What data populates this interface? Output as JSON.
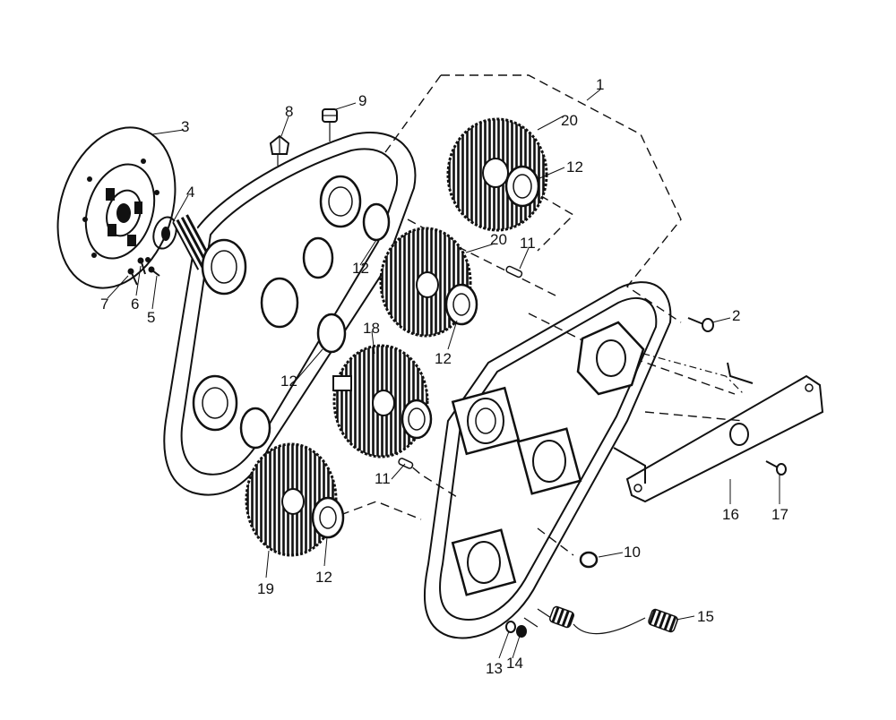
{
  "callouts": [
    {
      "id": "c1",
      "label": "1"
    },
    {
      "id": "c2",
      "label": "2"
    },
    {
      "id": "c3",
      "label": "3"
    },
    {
      "id": "c4",
      "label": "4"
    },
    {
      "id": "c5",
      "label": "5"
    },
    {
      "id": "c6",
      "label": "6"
    },
    {
      "id": "c7",
      "label": "7"
    },
    {
      "id": "c8",
      "label": "8"
    },
    {
      "id": "c9",
      "label": "9"
    },
    {
      "id": "c10",
      "label": "10"
    },
    {
      "id": "c11a",
      "label": "11"
    },
    {
      "id": "c11b",
      "label": "11"
    },
    {
      "id": "c12a",
      "label": "12"
    },
    {
      "id": "c12b",
      "label": "12"
    },
    {
      "id": "c12c",
      "label": "12"
    },
    {
      "id": "c12d",
      "label": "12"
    },
    {
      "id": "c12e",
      "label": "12"
    },
    {
      "id": "c13",
      "label": "13"
    },
    {
      "id": "c14",
      "label": "14"
    },
    {
      "id": "c15",
      "label": "15"
    },
    {
      "id": "c16",
      "label": "16"
    },
    {
      "id": "c17",
      "label": "17"
    },
    {
      "id": "c18",
      "label": "18"
    },
    {
      "id": "c19",
      "label": "19"
    },
    {
      "id": "c20a",
      "label": "20"
    },
    {
      "id": "c20b",
      "label": "20"
    }
  ]
}
